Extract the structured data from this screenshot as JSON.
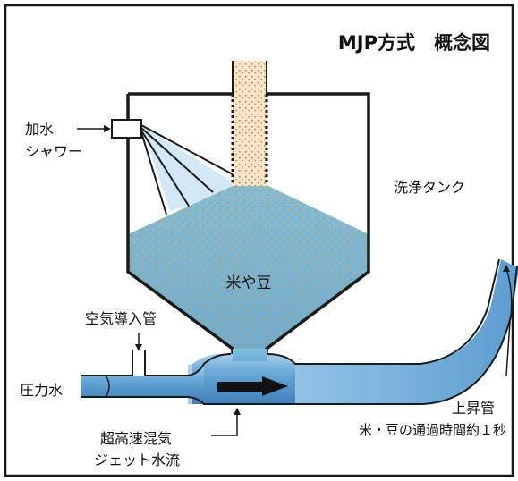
{
  "title": "MJP方式　概念図",
  "labels": {
    "shower_line1": "加水",
    "shower_line2": "シャワー",
    "tank": "洗浄タンク",
    "grains": "米や豆",
    "air_pipe": "空気導入管",
    "pressure_water": "圧力水",
    "riser": "上昇管",
    "transit": "米・豆の通過時間約１秒",
    "jet_line1": "超高速混気",
    "jet_line2": "ジェット水流"
  },
  "colors": {
    "frame": "#1a1a1a",
    "water_light": "#cfe6f4",
    "water_mid": "#86bde0",
    "water_dark": "#4f8fc6",
    "grain_dot": "#e0923a",
    "feed_bg": "#f6e6cf",
    "arrow": "#111111"
  },
  "icons": {
    "flow_arrow": "arrow-right-icon",
    "shower_head": "shower-head-icon"
  }
}
